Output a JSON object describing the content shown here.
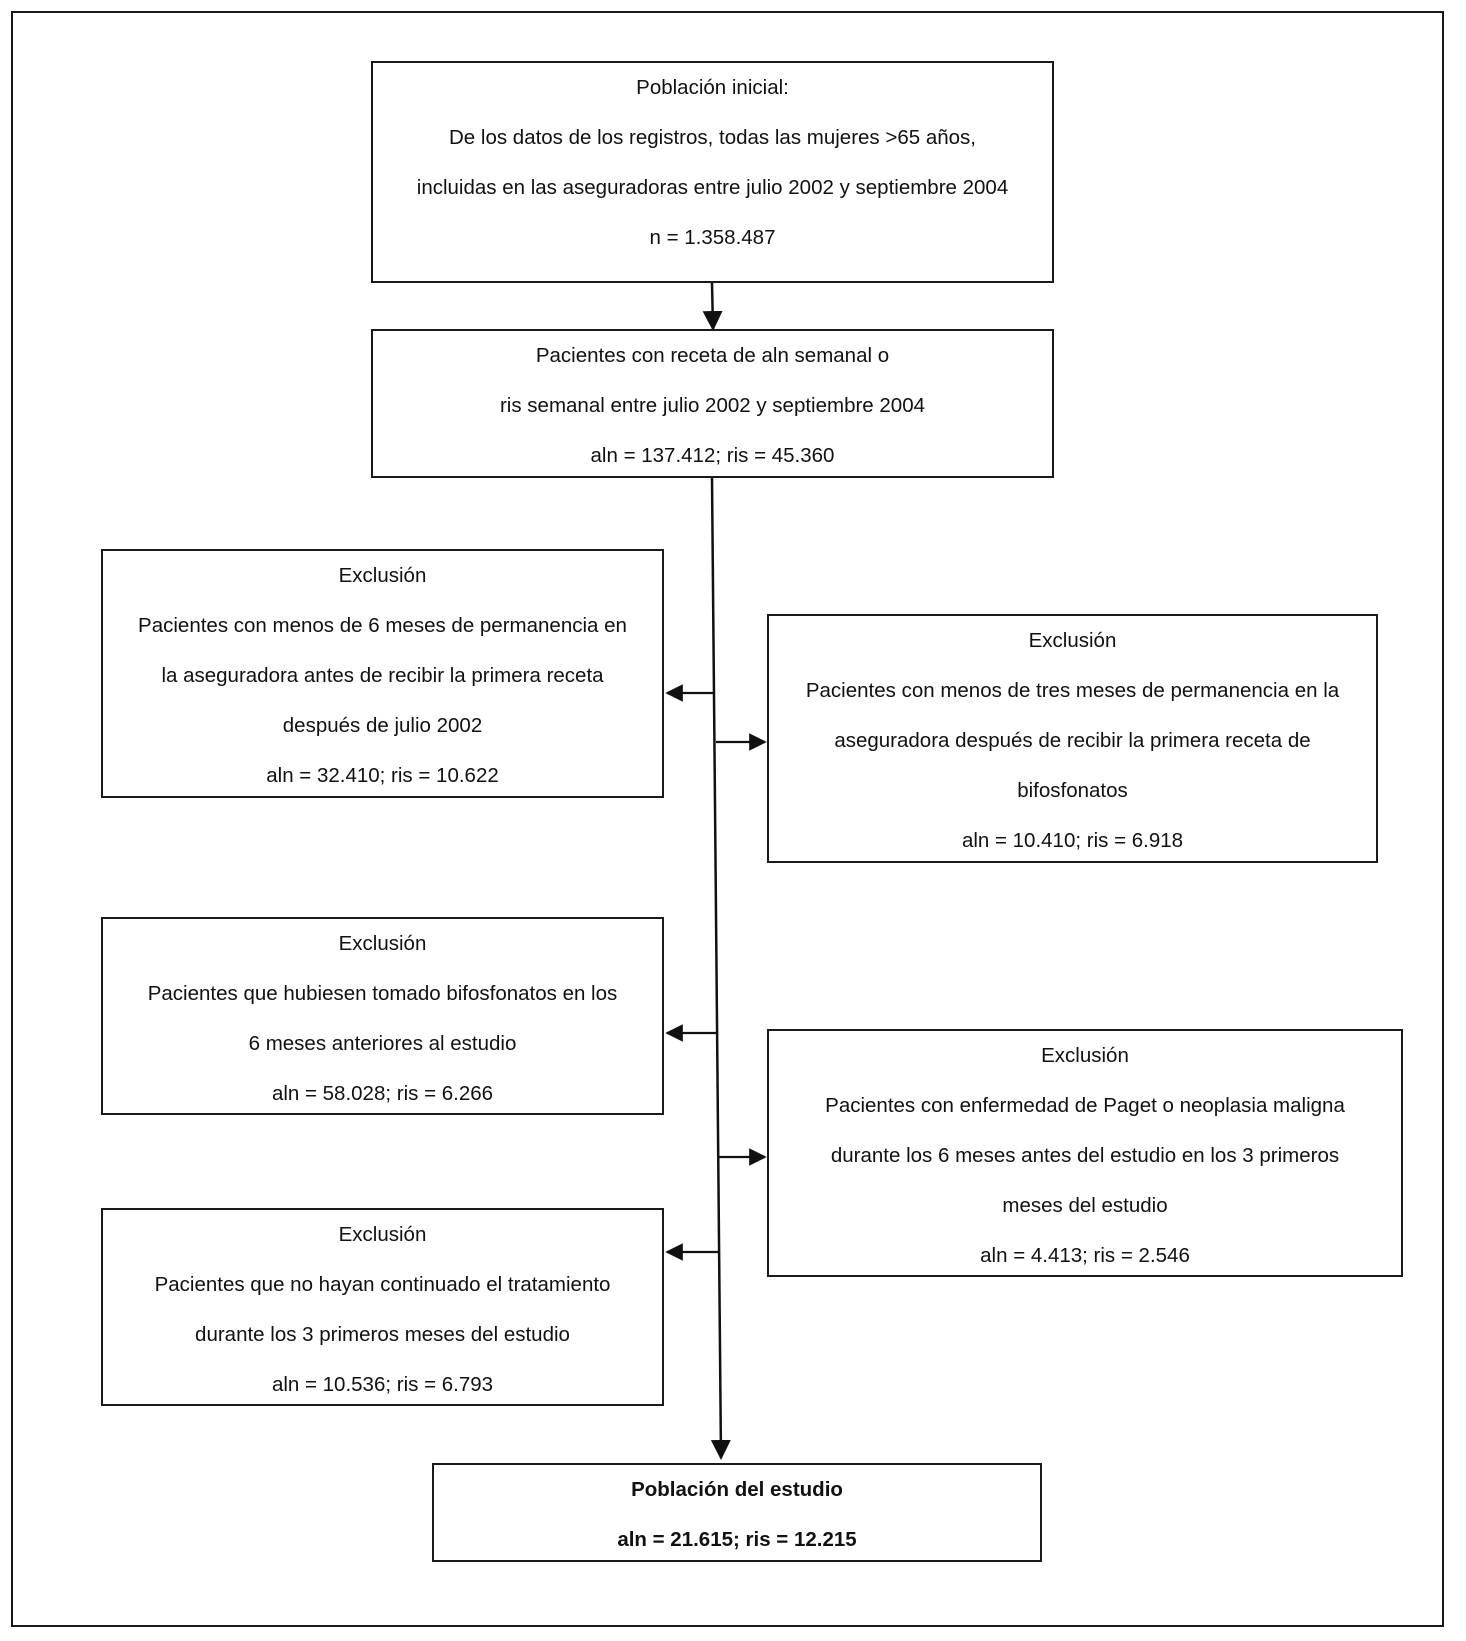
{
  "boxes": {
    "initial": {
      "lines": [
        "Población inicial:",
        "De los datos de los registros, todas las mujeres >65 años,",
        "incluidas en las aseguradoras entre julio 2002 y septiembre 2004",
        "n = 1.358.487"
      ]
    },
    "prescription": {
      "lines": [
        "Pacientes con receta de aln semanal o",
        "ris semanal entre julio 2002 y septiembre 2004",
        "aln = 137.412; ris = 45.360"
      ]
    },
    "excl_1": {
      "lines": [
        "Exclusión",
        "Pacientes con menos de 6 meses de permanencia en",
        "la aseguradora antes de recibir la primera receta",
        "después de julio 2002",
        "aln = 32.410; ris = 10.622"
      ]
    },
    "excl_2": {
      "lines": [
        "Exclusión",
        "Pacientes con menos de tres meses de permanencia en la",
        "aseguradora después de recibir la primera receta de",
        "bifosfonatos",
        "aln = 10.410; ris = 6.918"
      ]
    },
    "excl_3": {
      "lines": [
        "Exclusión",
        "Pacientes que hubiesen tomado bifosfonatos en los",
        "6 meses anteriores al estudio",
        "aln = 58.028; ris = 6.266"
      ]
    },
    "excl_4": {
      "lines": [
        "Exclusión",
        "Pacientes con enfermedad de Paget o neoplasia maligna",
        "durante los 6 meses antes del estudio en los 3 primeros",
        "meses del estudio",
        "aln = 4.413; ris = 2.546"
      ]
    },
    "excl_5": {
      "lines": [
        "Exclusión",
        "Pacientes que no hayan continuado el tratamiento",
        "durante los 3 primeros meses del estudio",
        "aln = 10.536; ris = 6.793"
      ]
    },
    "final": {
      "lines": [
        "Población del estudio",
        "aln = 21.615; ris = 12.215"
      ]
    }
  }
}
